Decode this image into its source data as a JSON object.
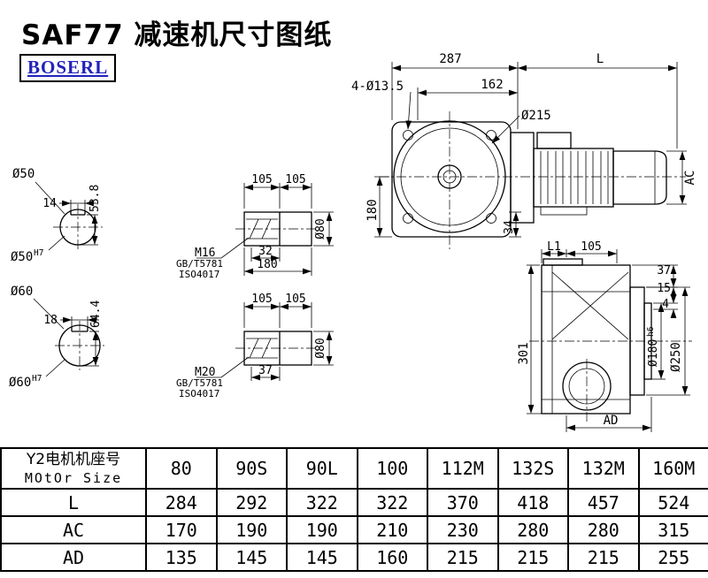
{
  "page": {
    "title": "SAF77 减速机尺寸图纸",
    "logo": "BOSERL"
  },
  "shaft_top": {
    "dia_label": "Ø50",
    "key_width": "14",
    "key_depth": "53.8",
    "bore_label": "Ø50",
    "bore_fit": "H7"
  },
  "shaft_bottom": {
    "dia_label": "Ø60",
    "key_width": "18",
    "key_depth": "64.4",
    "bore_label": "Ø60",
    "bore_fit": "H7"
  },
  "bushing_top": {
    "seg1": "105",
    "seg2": "105",
    "thread": "M16",
    "standard_gb": "GB/T5781",
    "standard_iso": "ISO4017",
    "thread_len": "32",
    "total_len": "180",
    "dia": "Ø80"
  },
  "bushing_bottom": {
    "seg1": "105",
    "seg2": "105",
    "thread": "M20",
    "standard_gb": "GB/T5781",
    "standard_iso": "ISO4017",
    "thread_len": "37",
    "dia": "Ø80"
  },
  "front_view": {
    "overall": "287",
    "motor_len": "L",
    "bolt_holes": "4-Ø13.5",
    "dim_162": "162",
    "flange_dia": "Ø215",
    "dim_180": "180",
    "dim_34": "34",
    "motor_ac": "AC"
  },
  "side_view": {
    "dim_l1": "L1",
    "dim_105": "105",
    "dim_37": "37",
    "dim_15": "15",
    "dim_4": "4",
    "dim_301": "301",
    "spigot_dia": "Ø180",
    "spigot_fit": "h6",
    "flange_dia": "Ø250",
    "dim_ad": "AD"
  },
  "table": {
    "header_cn": "Y2电机机座号",
    "header_en": "MOtOr Size",
    "frame_sizes": [
      "80",
      "90S",
      "90L",
      "100",
      "112M",
      "132S",
      "132M",
      "160M"
    ],
    "rows": [
      {
        "label": "L",
        "values": [
          "284",
          "292",
          "322",
          "322",
          "370",
          "418",
          "457",
          "524"
        ]
      },
      {
        "label": "AC",
        "values": [
          "170",
          "190",
          "190",
          "210",
          "230",
          "280",
          "280",
          "315"
        ]
      },
      {
        "label": "AD",
        "values": [
          "135",
          "145",
          "145",
          "160",
          "215",
          "215",
          "215",
          "255"
        ]
      }
    ]
  },
  "colors": {
    "line": "#000000",
    "logo_text": "#2222bb",
    "background": "#ffffff"
  }
}
